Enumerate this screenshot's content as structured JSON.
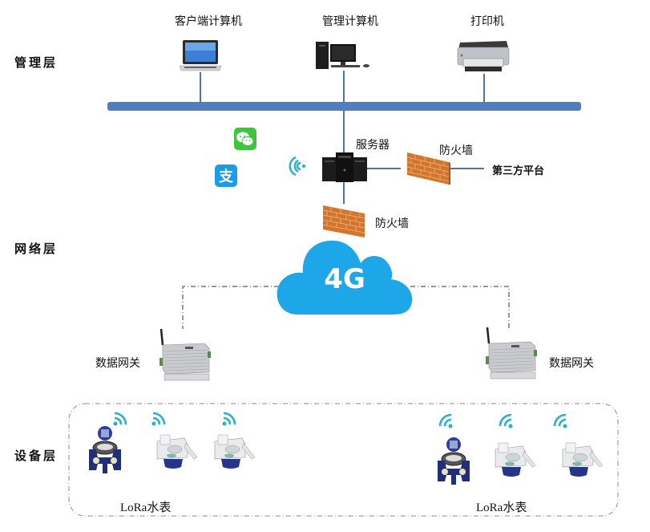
{
  "layers": {
    "management": "管理层",
    "network": "网络层",
    "device": "设备层"
  },
  "management_nodes": [
    {
      "label": "客户端计算机",
      "icon": "laptop-icon"
    },
    {
      "label": "管理计算机",
      "icon": "desktop-computer-icon"
    },
    {
      "label": "打印机",
      "icon": "printer-icon"
    }
  ],
  "server": {
    "label": "服务器",
    "icon": "server-icon"
  },
  "firewalls": [
    {
      "label": "防火墙",
      "icon": "firewall-icon"
    },
    {
      "label": "防火墙",
      "icon": "firewall-icon"
    }
  ],
  "third_party": {
    "label": "第三方平台"
  },
  "payment_icons": [
    "wechat-icon",
    "alipay-icon"
  ],
  "cloud": {
    "label": "4G",
    "icon": "cloud-icon"
  },
  "gateways": [
    {
      "label": "数据网关",
      "icon": "gateway-icon"
    },
    {
      "label": "数据网关",
      "icon": "gateway-icon"
    }
  ],
  "meter_groups": [
    {
      "label": "LoRa水表",
      "meters": [
        "large-water-meter-icon",
        "water-meter-icon",
        "water-meter-icon"
      ]
    },
    {
      "label": "LoRa水表",
      "meters": [
        "large-water-meter-icon",
        "water-meter-icon",
        "water-meter-icon"
      ]
    }
  ],
  "colors": {
    "bus": "#4f7fbd",
    "line": "#4a76a8",
    "cloud": "#1ea7e8",
    "wifi": "#2bb0c9",
    "brick": "#d2752e",
    "wechat": "#3ec53a",
    "alipay": "#1a9ce6"
  }
}
